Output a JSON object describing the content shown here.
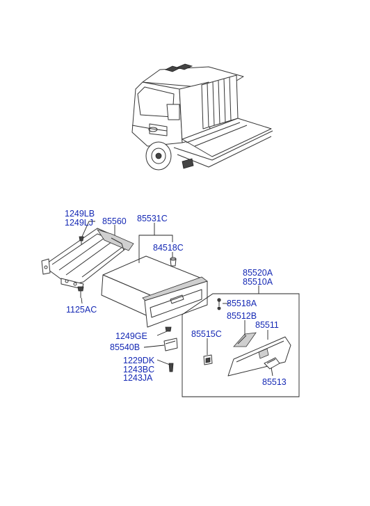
{
  "part_labels": {
    "p1249LB": "1249LB",
    "p1249LJ": "1249LJ",
    "p85560": "85560",
    "p85531C": "85531C",
    "p84518C": "84518C",
    "p1125AC": "1125AC",
    "p85520A": "85520A",
    "p85510A": "85510A",
    "p85518A": "85518A",
    "p85512B": "85512B",
    "p85515C": "85515C",
    "p85511": "85511",
    "p1249GE": "1249GE",
    "p85540B": "85540B",
    "p1229DK": "1229DK",
    "p1243BC": "1243BC",
    "p1243JA": "1243JA",
    "p85513": "85513"
  },
  "colors": {
    "label": "#1428b4",
    "line": "#222222"
  }
}
